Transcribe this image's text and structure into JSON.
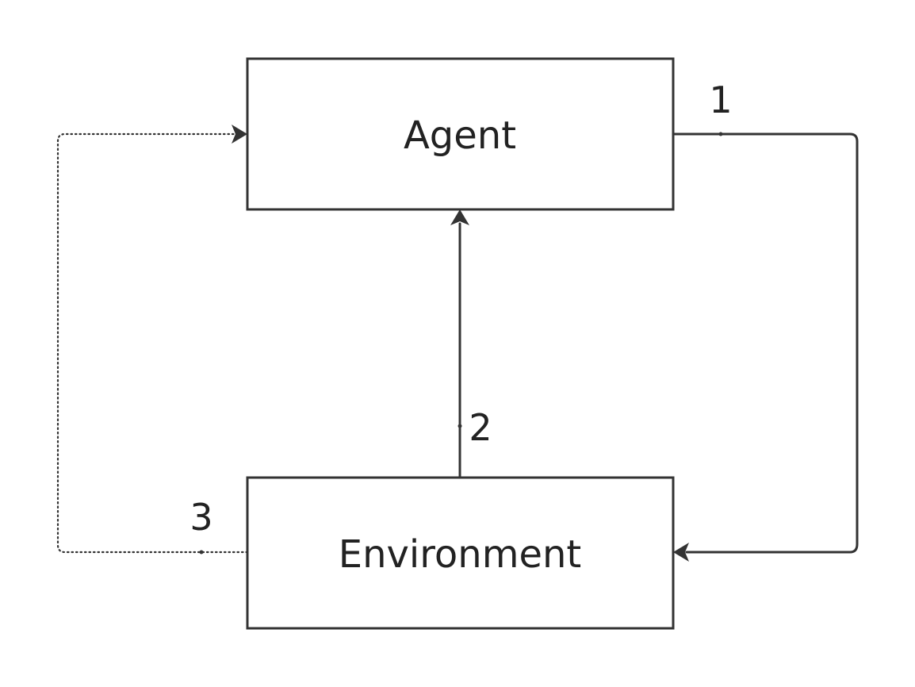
{
  "nodes": {
    "agent": {
      "label": "Agent"
    },
    "environment": {
      "label": "Environment"
    }
  },
  "edges": {
    "action": {
      "label": "1",
      "from": "agent",
      "to": "environment",
      "style": "solid"
    },
    "observation": {
      "label": "2",
      "from": "environment",
      "to": "agent",
      "style": "solid"
    },
    "reward": {
      "label": "3",
      "from": "environment",
      "to": "agent",
      "style": "dotted"
    }
  },
  "colors": {
    "stroke": "#333333",
    "text": "#222222",
    "background": "#ffffff"
  }
}
